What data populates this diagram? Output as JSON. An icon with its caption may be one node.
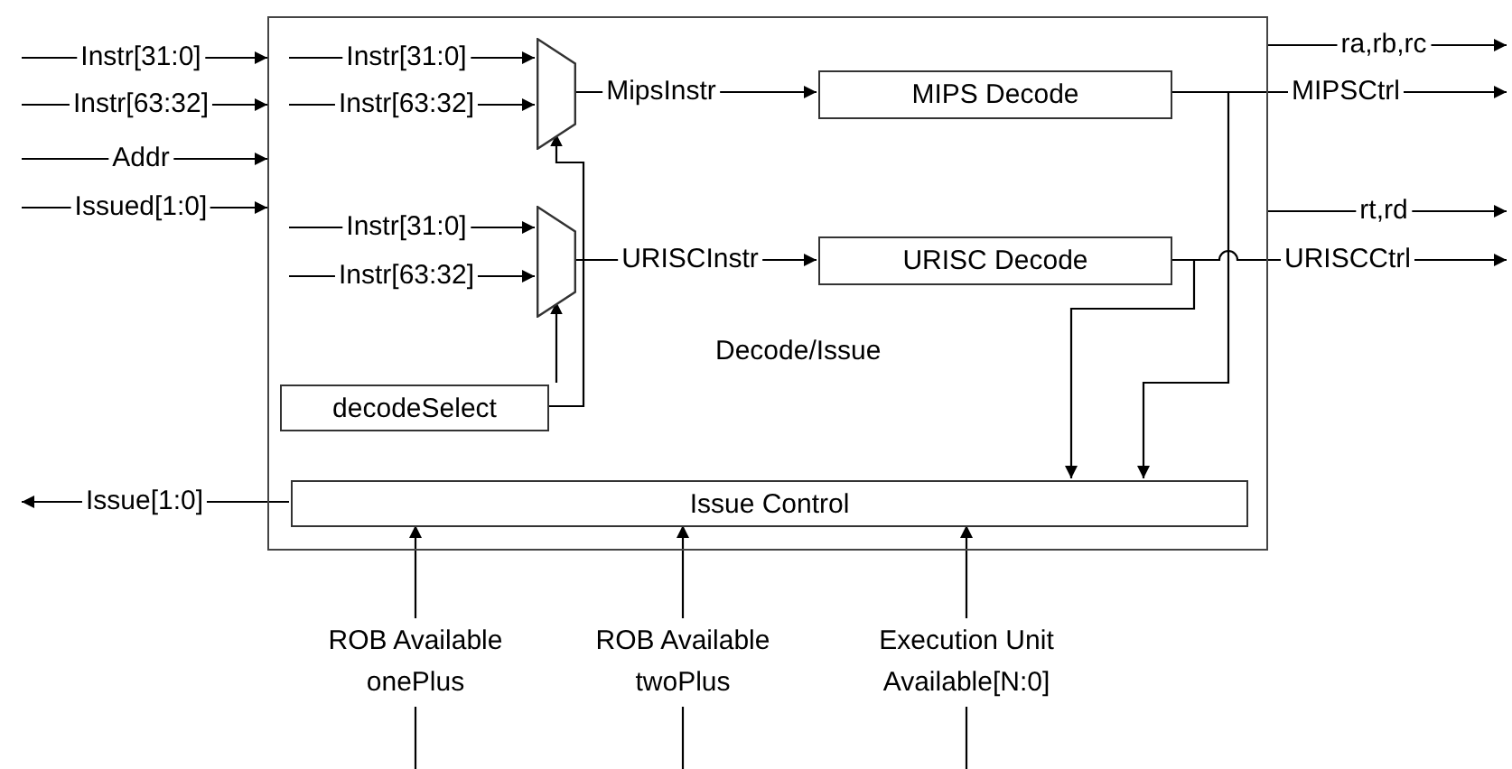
{
  "diagram": {
    "nodes": [
      {
        "text": [
          "Decode/Issue"
        ]
      },
      {
        "text": [],
        "shape": "trapezoid",
        "in": 0
      },
      {
        "text": [],
        "shape": "trapezoid",
        "in": 0
      },
      {
        "text": [
          "MIPS Decode"
        ],
        "in": 0
      },
      {
        "text": [
          "URISC Decode"
        ],
        "in": 0
      },
      {
        "text": [
          "decodeSelect"
        ],
        "in": 0
      },
      {
        "text": [
          "Issue Control"
        ],
        "in": 0
      }
    ],
    "edges": [
      {
        "from": null,
        "to": 0,
        "label": "Instr[31:0]",
        "arrow": "to"
      },
      {
        "from": null,
        "to": 0,
        "label": "Instr[63:32]",
        "arrow": "to"
      },
      {
        "from": null,
        "to": 0,
        "label": "Addr",
        "arrow": "to"
      },
      {
        "from": null,
        "to": 0,
        "label": "Issued[1:0]",
        "arrow": "to"
      },
      {
        "from": null,
        "to": 1,
        "label": "Instr[31:0]",
        "arrow": "to"
      },
      {
        "from": null,
        "to": 1,
        "label": "Instr[63:32]",
        "arrow": "to"
      },
      {
        "from": null,
        "to": 2,
        "label": "Instr[31:0]",
        "arrow": "to"
      },
      {
        "from": null,
        "to": 2,
        "label": "Instr[63:32]",
        "arrow": "to"
      },
      {
        "from": 5,
        "to": 1,
        "arrow": "to"
      },
      {
        "from": 5,
        "to": 2,
        "arrow": "to"
      },
      {
        "from": 1,
        "to": 3,
        "label": "MipsInstr",
        "arrow": "to"
      },
      {
        "from": 2,
        "to": 4,
        "label": "URISCInstr",
        "arrow": "to"
      },
      {
        "from": 3,
        "to": 6,
        "arrow": "to"
      },
      {
        "from": 4,
        "to": 6,
        "arrow": "to"
      },
      {
        "from": 0,
        "to": null,
        "label": "ra,rb,rc",
        "arrow": "to"
      },
      {
        "from": 3,
        "to": null,
        "label": "MIPSCtrl",
        "arrow": "to"
      },
      {
        "from": 0,
        "to": null,
        "label": "rt,rd",
        "arrow": "to"
      },
      {
        "from": 4,
        "to": null,
        "label": "URISCCtrl",
        "arrow": "to"
      },
      {
        "from": 6,
        "to": null,
        "label": "Issue[1:0]",
        "arrow": "to"
      },
      {
        "from": null,
        "to": 6,
        "label": "ROB Available onePlus",
        "arrow": "to"
      },
      {
        "from": null,
        "to": 6,
        "label": "ROB Available twoPlus",
        "arrow": "to"
      },
      {
        "from": null,
        "to": 6,
        "label": "Execution Unit Available[N:0]",
        "arrow": "to"
      }
    ]
  }
}
